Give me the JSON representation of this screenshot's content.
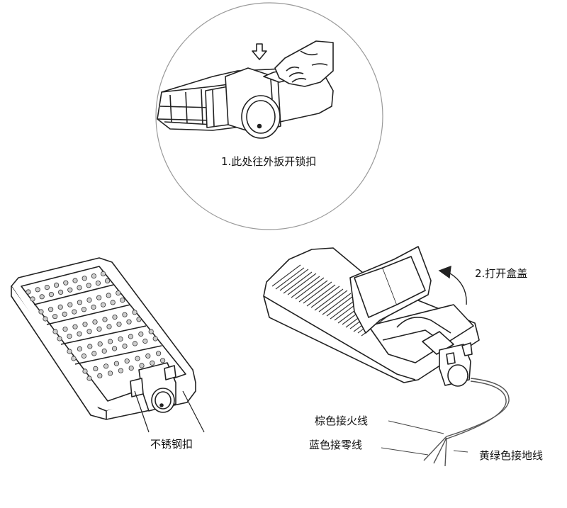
{
  "steps": {
    "step1": "1.此处往外扳开锁扣",
    "step2": "2.打开盒盖"
  },
  "labels": {
    "stainless_clamp": "不锈钢扣",
    "brown_wire": "棕色接火线",
    "blue_wire": "蓝色接零线",
    "yellow_green_wire": "黄绿色接地线"
  },
  "colors": {
    "line": "#222222",
    "wire": "#555555",
    "circle": "#9a9a9a"
  }
}
